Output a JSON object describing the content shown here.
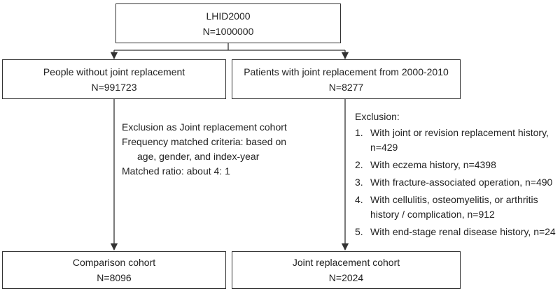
{
  "top_box": {
    "line1": "LHID2000",
    "line2": "N=1000000"
  },
  "left_box": {
    "line1": "People without joint replacement",
    "line2": "N=991723"
  },
  "right_box": {
    "line1": "Patients with joint replacement from 2000-2010",
    "line2": "N=8277"
  },
  "left_note": {
    "line1": "Exclusion as Joint replacement cohort",
    "line2": "Frequency matched criteria: based on",
    "line3": "age, gender, and index-year",
    "line4": "Matched ratio: about 4: 1"
  },
  "exclusion": {
    "title": "Exclusion:",
    "items": [
      {
        "num": "1.",
        "text": "With joint or revision replacement history,",
        "cont": "n=429"
      },
      {
        "num": "2.",
        "text": "With eczema history, n=4398"
      },
      {
        "num": "3.",
        "text": "With fracture-associated operation, n=490"
      },
      {
        "num": "4.",
        "text": "With cellulitis, osteomyelitis, or arthritis",
        "cont": "history / complication, n=912"
      },
      {
        "num": "5.",
        "text": "With end-stage renal disease history, n=24"
      }
    ]
  },
  "bottom_left_box": {
    "line1": "Comparison cohort",
    "line2": "N=8096"
  },
  "bottom_right_box": {
    "line1": "Joint replacement cohort",
    "line2": "N=2024"
  }
}
